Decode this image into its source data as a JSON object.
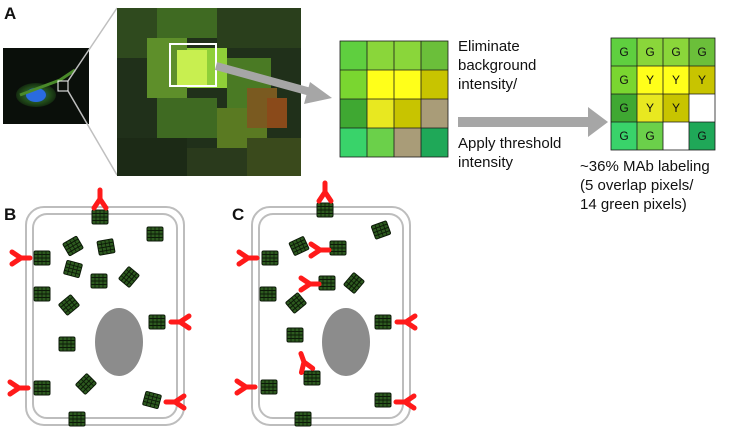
{
  "panels": {
    "a_label": "A",
    "b_label": "B",
    "c_label": "C"
  },
  "steps": {
    "eliminate_line1": "Eliminate",
    "eliminate_line2": "background",
    "eliminate_line3": "intensity/",
    "threshold_line1": "Apply threshold",
    "threshold_line2": "intensity"
  },
  "result": {
    "line1": "~36% MAb labeling",
    "line2": "(5 overlap pixels/",
    "line3": "14 green pixels)"
  },
  "labeled_grid": [
    [
      "G",
      "G",
      "G",
      "G"
    ],
    [
      "G",
      "Y",
      "Y",
      "Y"
    ],
    [
      "G",
      "Y",
      "Y",
      ""
    ],
    [
      "G",
      "G",
      "",
      "G"
    ]
  ],
  "colors": {
    "green": "#5fcf3f",
    "bright_green": "#39d36a",
    "yellow": "#ffff1a",
    "olive": "#b8b300",
    "tan": "#a99c78",
    "arrow_gray": "#a6a6a6",
    "receptor": "#2d5a1f",
    "antibody": "#ff1a1a",
    "nucleus": "#8c8c8c"
  }
}
